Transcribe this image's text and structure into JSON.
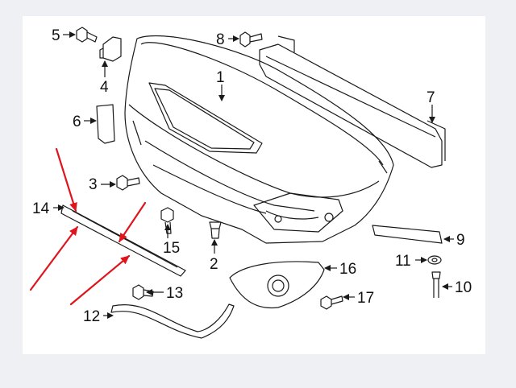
{
  "diagram": {
    "callouts": [
      "1",
      "2",
      "3",
      "4",
      "5",
      "6",
      "7",
      "8",
      "9",
      "10",
      "11",
      "12",
      "13",
      "14",
      "15",
      "16",
      "17"
    ],
    "colors": {
      "background": "#eef0f3",
      "paper": "#ffffff",
      "line": "#1a1a1a",
      "highlight_arrow": "#e0141c"
    }
  }
}
